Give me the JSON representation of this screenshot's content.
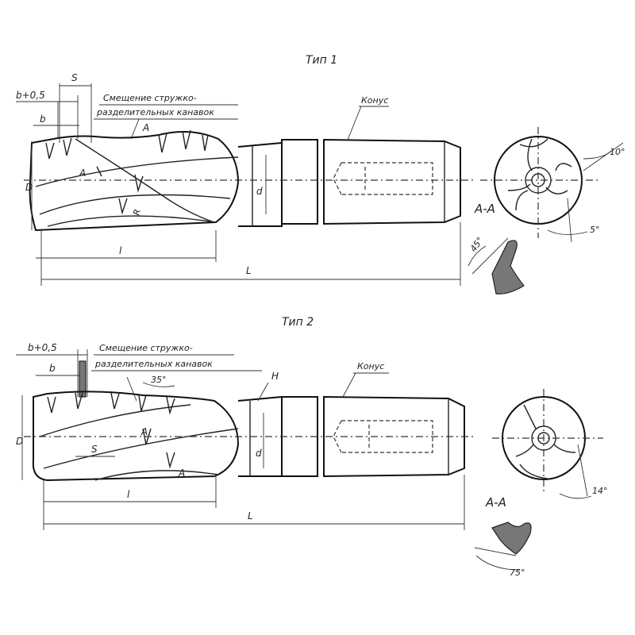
{
  "type1": {
    "title": "Тип 1",
    "dim_b05": "b+0,5",
    "dim_s": "S",
    "dim_b": "b",
    "note_line1": "Смещение стружко-",
    "note_line2": "разделительных канавок",
    "section_mark": "A",
    "cone": "Конус",
    "section": "A-A",
    "angle_top": "10°",
    "angle_side": "5°",
    "angle_profile": "45°",
    "dim_d_body": "d",
    "dim_D": "D",
    "dim_l": "l",
    "dim_L": "L",
    "dim_lead": "R"
  },
  "type2": {
    "title": "Тип 2",
    "dim_b05": "b+0,5",
    "dim_b": "b",
    "note_line1": "Смещение стружко-",
    "note_line2": "разделительных канавок",
    "angle_35": "35°",
    "dim_H": "H",
    "cone": "Конус",
    "dim_D": "D",
    "dim_S": "S",
    "dim_d": "d",
    "dim_l": "l",
    "dim_L": "L",
    "section": "A-A",
    "section_mark": "A",
    "angle_14": "14°",
    "angle_75": "75°"
  }
}
